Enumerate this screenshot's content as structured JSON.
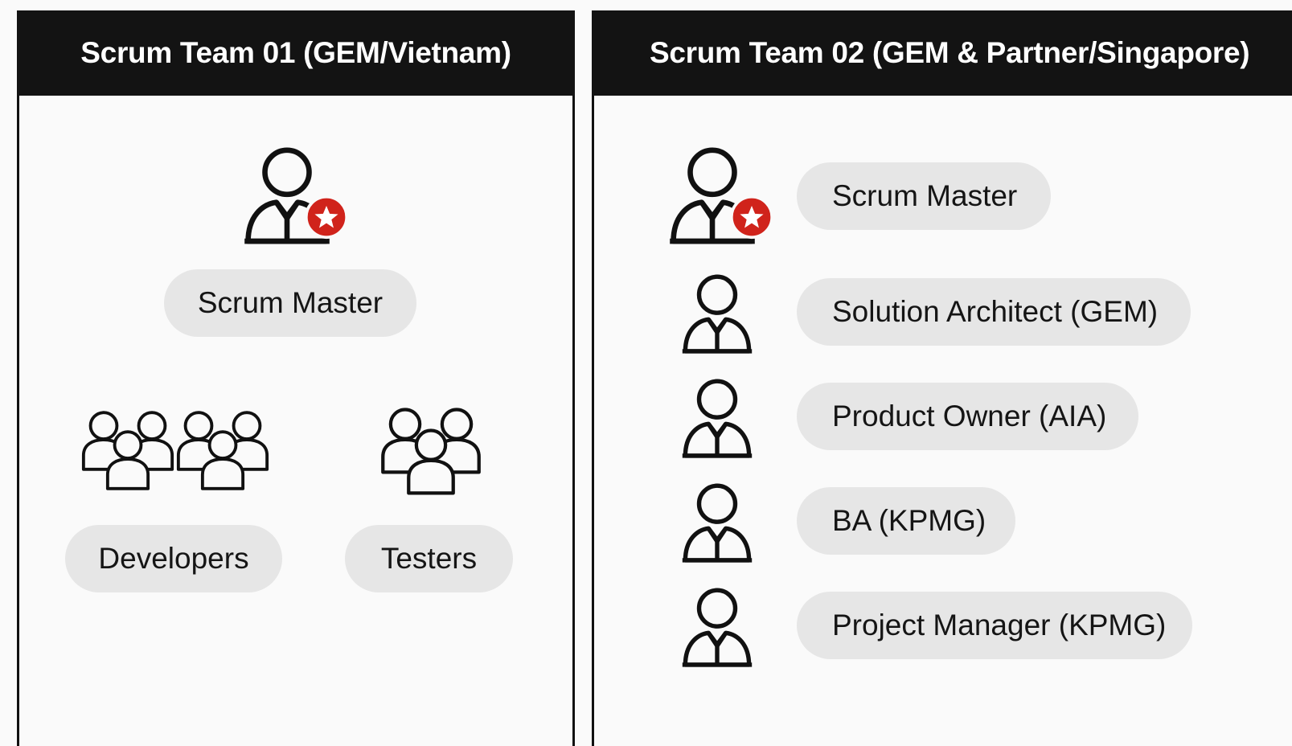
{
  "team1": {
    "title": "Scrum Team 01 (GEM/Vietnam)",
    "scrum_master": "Scrum Master",
    "developers": "Developers",
    "testers": "Testers"
  },
  "team2": {
    "title": "Scrum Team 02 (GEM & Partner/Singapore)",
    "roles": [
      {
        "label": "Scrum Master",
        "icon": "scrum-master-icon"
      },
      {
        "label": "Solution Architect (GEM)",
        "icon": "person-icon"
      },
      {
        "label": "Product Owner (AIA)",
        "icon": "person-icon"
      },
      {
        "label": "BA (KPMG)",
        "icon": "person-icon"
      },
      {
        "label": "Project Manager (KPMG)",
        "icon": "person-icon"
      }
    ]
  },
  "colors": {
    "header_bg": "#131313",
    "pill_bg": "#e6e6e6",
    "badge_red": "#d0231b",
    "stroke": "#111111"
  }
}
